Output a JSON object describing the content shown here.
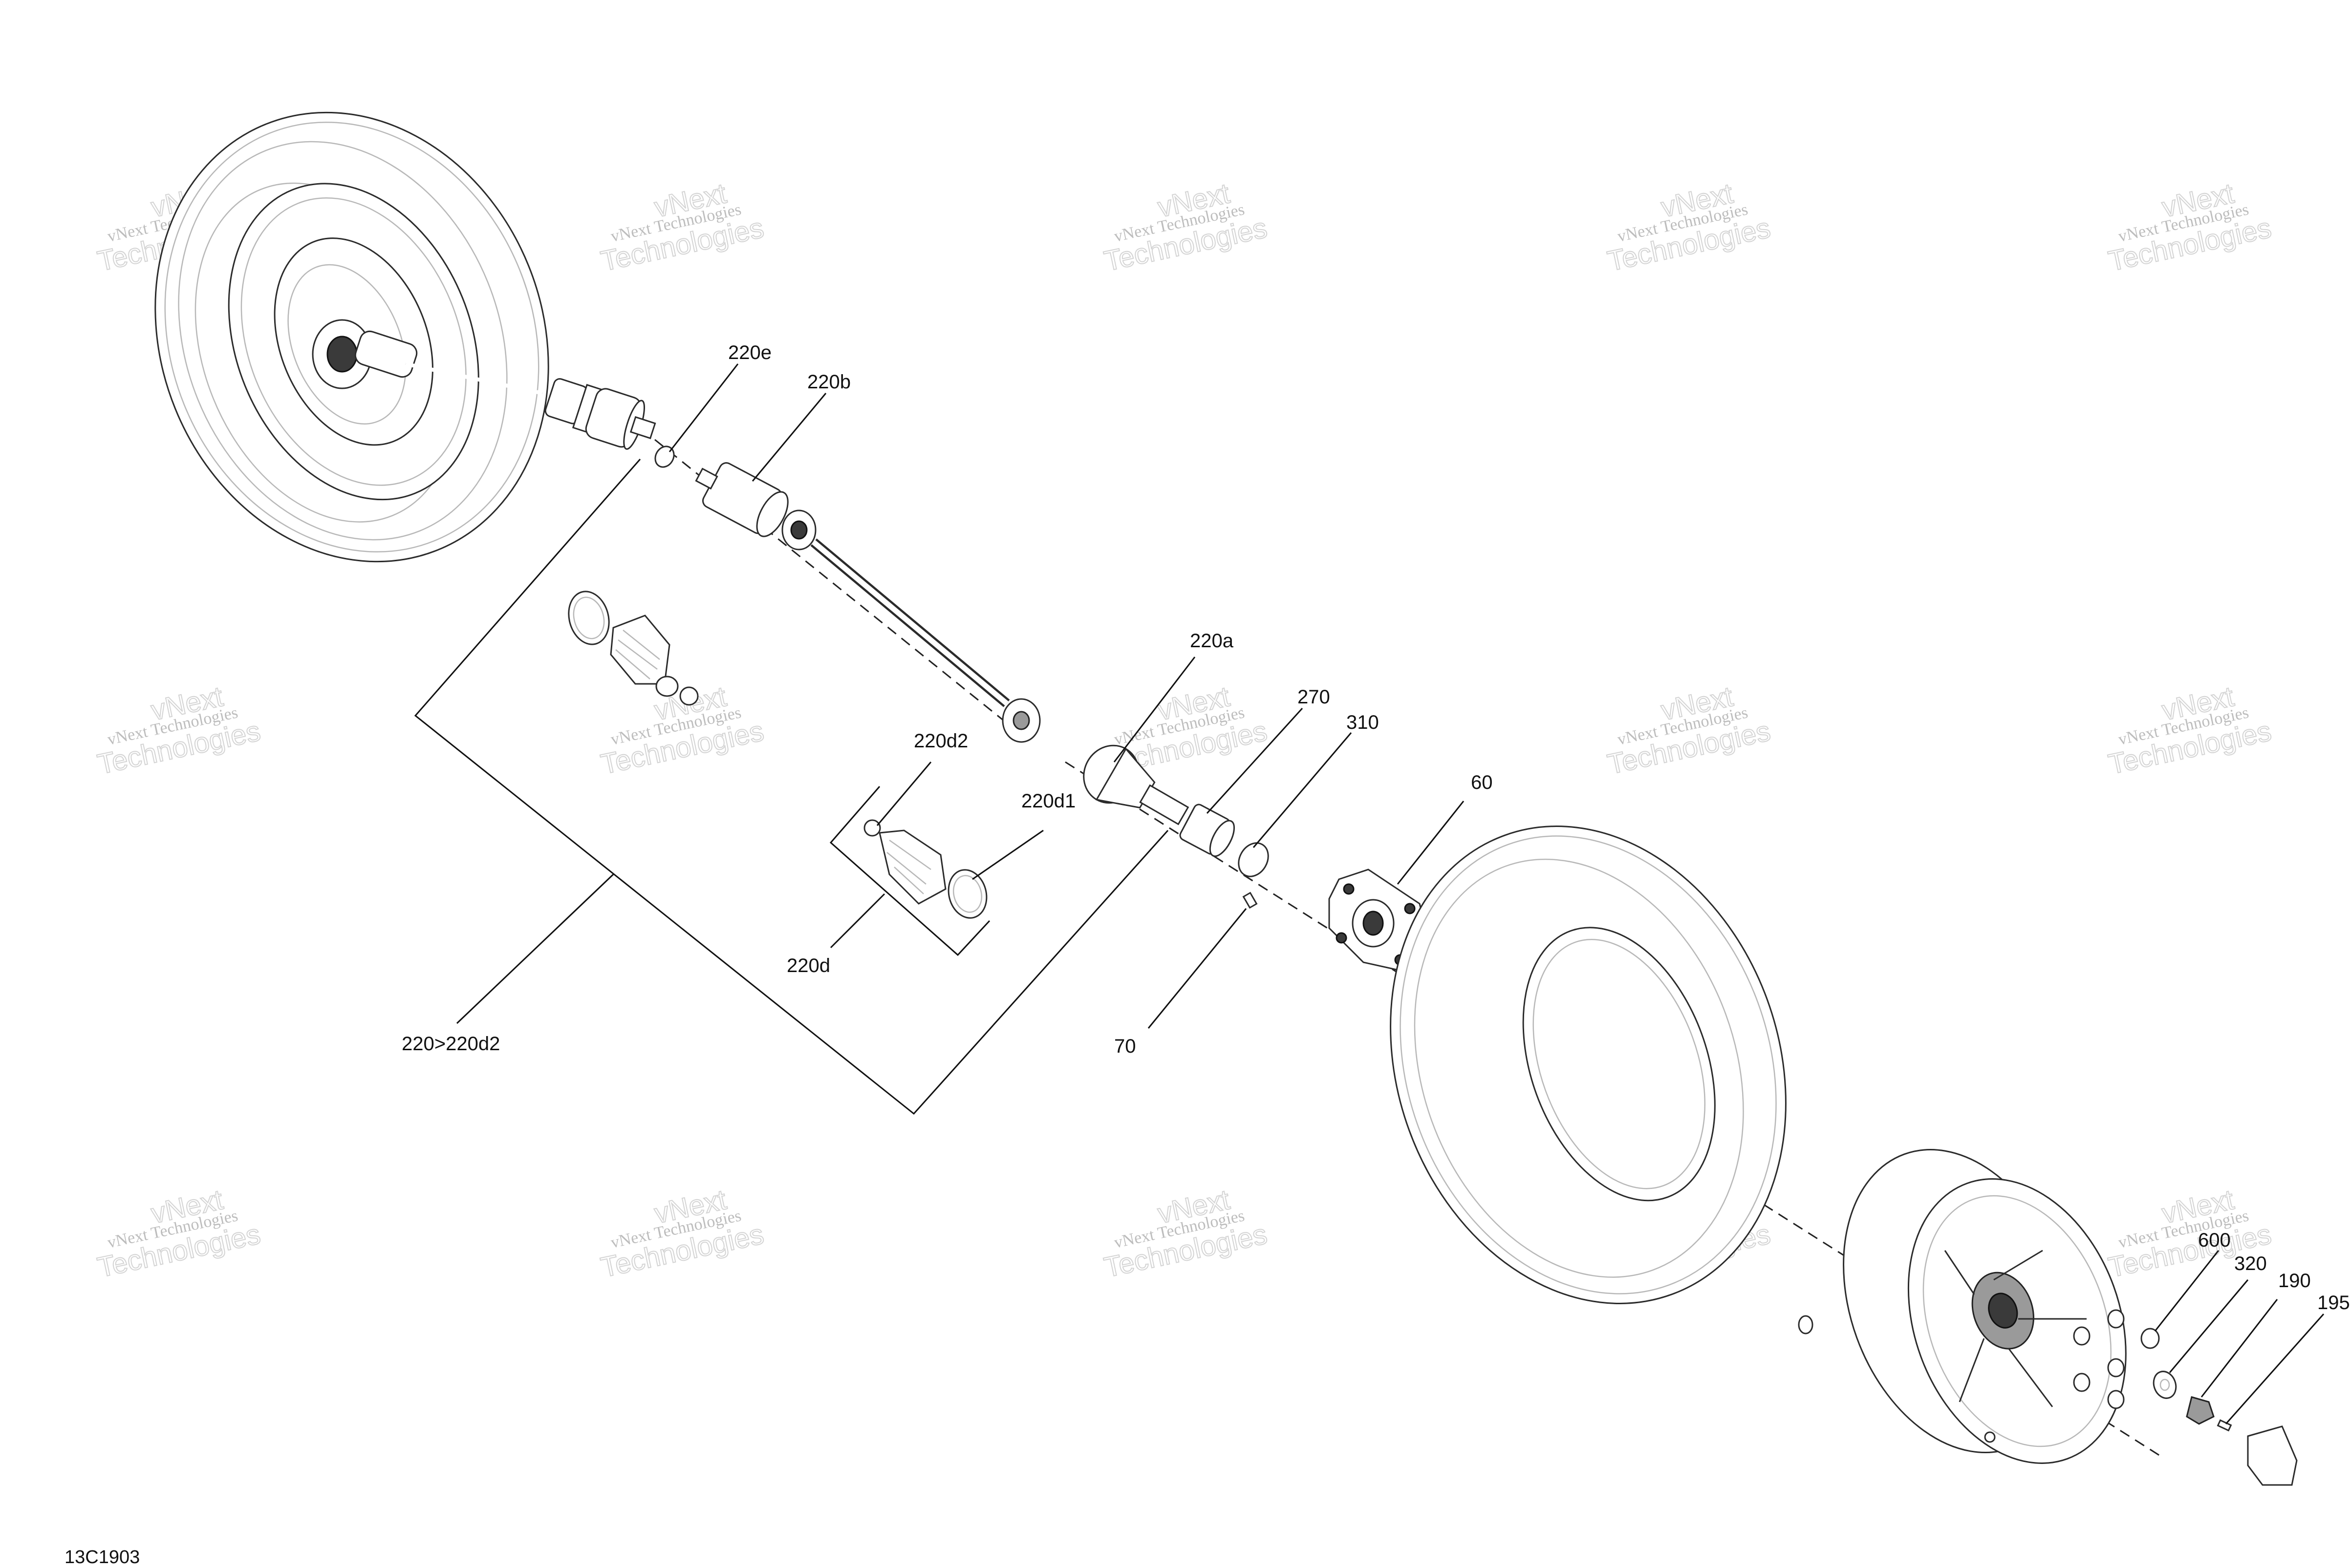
{
  "figure_id": "13C1903",
  "watermark": {
    "line1": "vNext Technologies",
    "line2": "Technologies",
    "line3": "vNext"
  },
  "callouts": {
    "c220e": "220e",
    "c220b": "220b",
    "c220a": "220a",
    "c270": "270",
    "c310": "310",
    "c220d2": "220d2",
    "c220d1": "220d1",
    "c220d": "220d",
    "c60": "60",
    "c70": "70",
    "c220_220d2": "220>220d2",
    "c600": "600",
    "c320": "320",
    "c190": "190",
    "c195": "195"
  },
  "colors": {
    "line": "#2b2b2b",
    "watermark": "#bdbdbd",
    "background": "#ffffff"
  }
}
